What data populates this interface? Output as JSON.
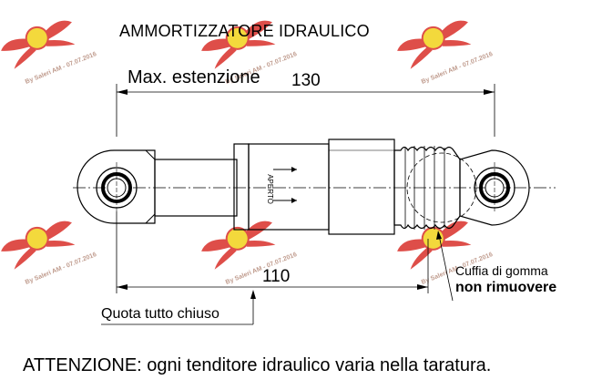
{
  "diagram": {
    "title": "AMMORTIZZATORE IDRAULICO",
    "max_extension_label": "Max. estenzione",
    "dim_extended": "130",
    "dim_closed": "110",
    "body_marking": "APERTO",
    "boot_label": "Cuffia di gomma",
    "boot_warning": "non rimuovere",
    "closed_label": "Quota tutto chiuso",
    "warning_note": "ATTENZIONE: ogni tenditore idraulico varia nella taratura."
  },
  "watermark": {
    "text": "By Saleri AM - 07.07.2016",
    "colors": {
      "wing": "#d9302a",
      "emblem": "#f2d31b"
    }
  }
}
